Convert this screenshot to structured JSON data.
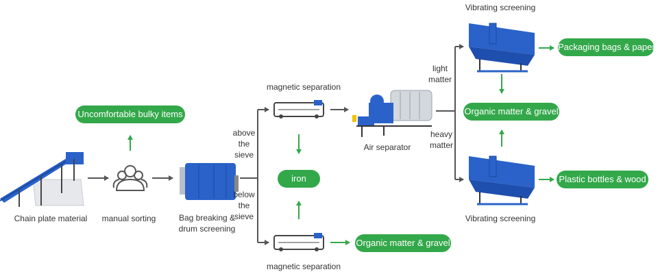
{
  "labels": {
    "chain_plate": "Chain plate material",
    "manual_sorting": "manual sorting",
    "bag_breaking_l1": "Bag breaking &",
    "bag_breaking_l2": "drum screening",
    "above_l1": "above",
    "above_l2": "the",
    "above_l3": "sieve",
    "below_l1": "below",
    "below_l2": "the",
    "below_l3": "sieve",
    "magnetic_top": "magnetic separation",
    "magnetic_bottom": "magnetic separation",
    "air_separator": "Air separator",
    "light_l1": "light",
    "light_l2": "matter",
    "heavy_l1": "heavy",
    "heavy_l2": "matter",
    "vib_top": "Vibrating screening",
    "vib_bottom": "Vibrating screening"
  },
  "outputs": {
    "bulky": "Uncomfortable bulky items",
    "iron": "iron",
    "organic_bottom": "Organic matter & gravel",
    "organic_right": "Organic matter & gravel",
    "packaging": "Packaging bags & paper",
    "plastic": "Plastic bottles & wood"
  },
  "colors": {
    "green": "#33a84a",
    "arrow": "#555555",
    "machine_blue": "#2a62c9",
    "machine_grey": "#b9c0c8"
  }
}
